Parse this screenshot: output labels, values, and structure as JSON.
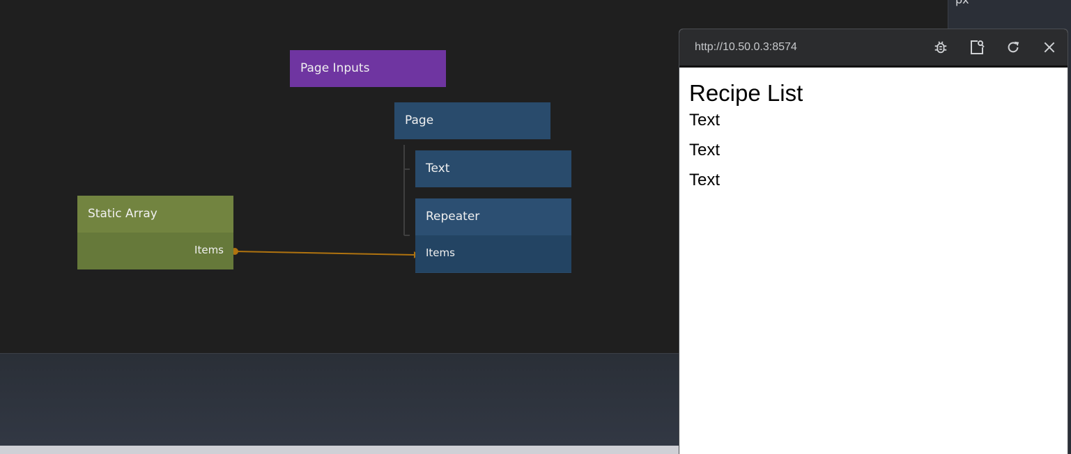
{
  "right_panel": {
    "unit_label": "px"
  },
  "canvas": {
    "nodes": {
      "page_inputs": {
        "title": "Page Inputs",
        "color": "#6f35a1"
      },
      "page": {
        "title": "Page",
        "color": "#294b6c"
      },
      "text": {
        "title": "Text",
        "color": "#294b6c"
      },
      "repeater": {
        "title": "Repeater",
        "input_port": "Items",
        "color": "#294b6c"
      },
      "static_array": {
        "title": "Static Array",
        "output_port": "Items",
        "color": "#6f823e"
      }
    },
    "edge_color": "#b0730f"
  },
  "preview": {
    "url": "http://10.50.0.3:8574",
    "icons": [
      "bug-icon",
      "inspect-icon",
      "refresh-icon",
      "close-icon"
    ],
    "heading": "Recipe List",
    "lines": [
      "Text",
      "Text",
      "Text"
    ]
  }
}
